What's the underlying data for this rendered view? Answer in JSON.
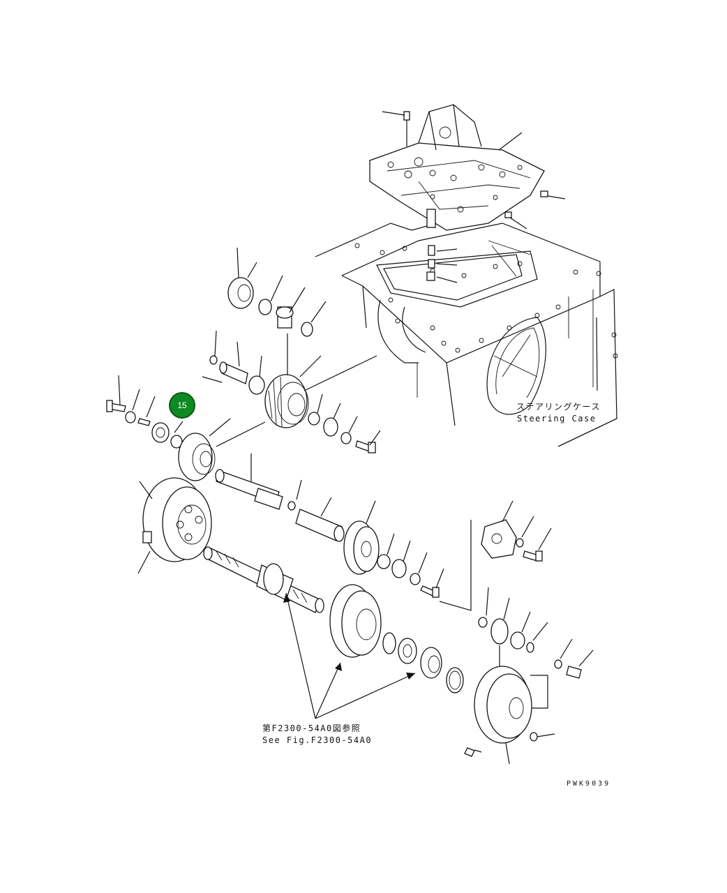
{
  "diagram": {
    "callout_number": "15",
    "steering_case_label_jp": "ステアリングケース",
    "steering_case_label_en": "Steering Case",
    "see_fig_label_jp": "第F2300-54A0図参照",
    "see_fig_label_en": "See Fig.F2300-54A0",
    "drawing_number": "PWK9039",
    "callout_color": "#0e8a22"
  }
}
